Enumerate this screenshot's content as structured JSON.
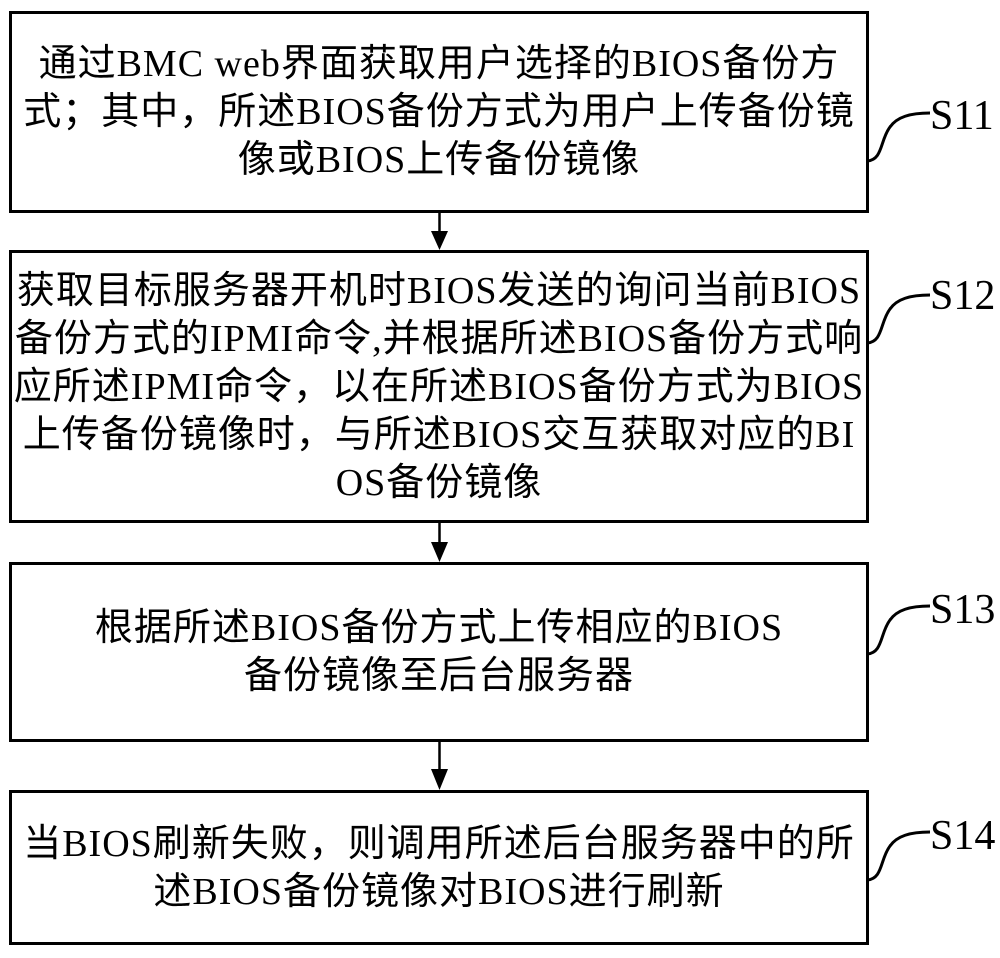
{
  "colors": {
    "ink": "#000000",
    "background": "#ffffff"
  },
  "steps": [
    {
      "id": "S11",
      "lines": [
        "通过BMC web界面获取用户选择的BIOS备份方",
        "式；其中，所述BIOS备份方式为用户上传备份镜",
        "像或BIOS上传备份镜像"
      ]
    },
    {
      "id": "S12",
      "lines": [
        "获取目标服务器开机时BIOS发送的询问当前BIOS",
        "备份方式的IPMI命令,并根据所述BIOS备份方式响",
        "应所述IPMI命令，以在所述BIOS备份方式为BIOS",
        "上传备份镜像时，与所述BIOS交互获取对应的BI",
        "OS备份镜像"
      ]
    },
    {
      "id": "S13",
      "lines": [
        "根据所述BIOS备份方式上传相应的BIOS",
        "备份镜像至后台服务器"
      ]
    },
    {
      "id": "S14",
      "lines": [
        "当BIOS刷新失败，则调用所述后台服务器中的所",
        "述BIOS备份镜像对BIOS进行刷新"
      ]
    }
  ]
}
